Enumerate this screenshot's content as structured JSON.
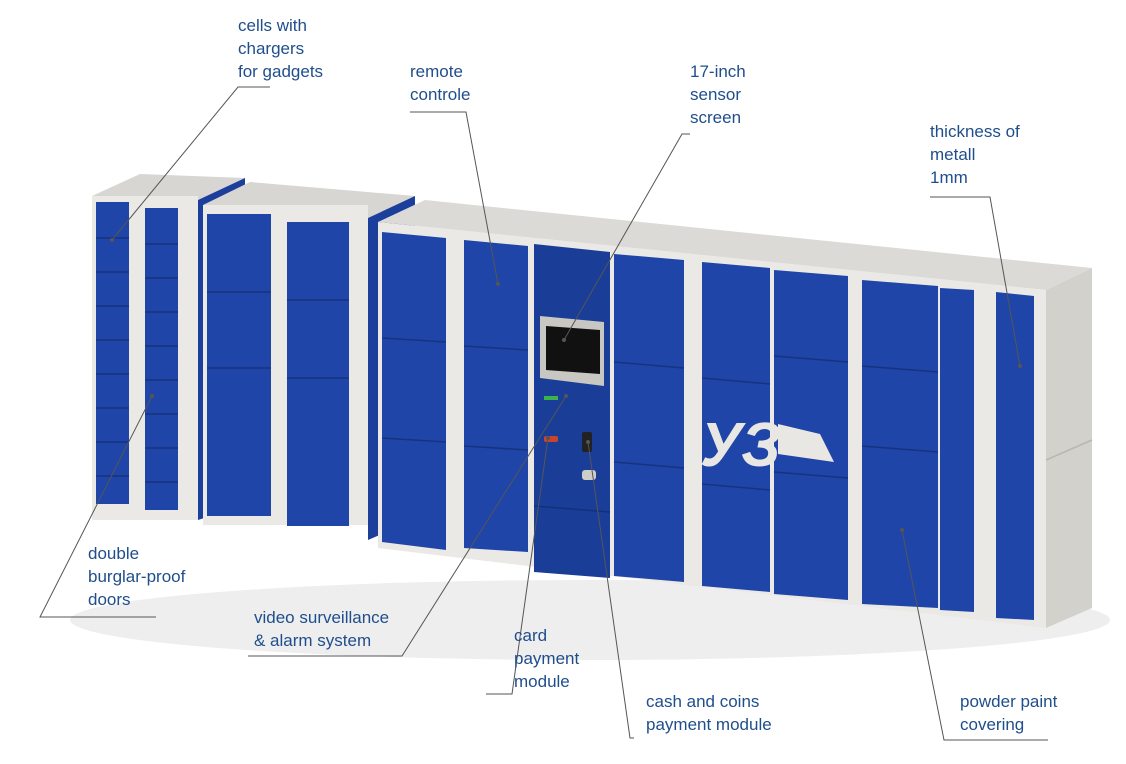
{
  "colors": {
    "locker_blue": "#1f45a8",
    "locker_blue_dark": "#173686",
    "frame_light": "#e6e4e0",
    "label_text": "#1f4e8c",
    "leader_line": "#555555"
  },
  "logo_text": "УЗ",
  "callouts": {
    "cells_chargers": "cells with\nchargers\nfor gadgets",
    "remote_control": "remote\ncontrole",
    "sensor_screen": "17-inch\nsensor\nscreen",
    "metal_thickness": "thickness of\nmetall\n1mm",
    "burglar_doors": "double\nburglar-proof\ndoors",
    "video_alarm": "video surveillance\n& alarm system",
    "card_payment": "card\npayment\nmodule",
    "cash_payment": "cash and coins\npayment module",
    "powder_paint": "powder paint\ncovering"
  }
}
